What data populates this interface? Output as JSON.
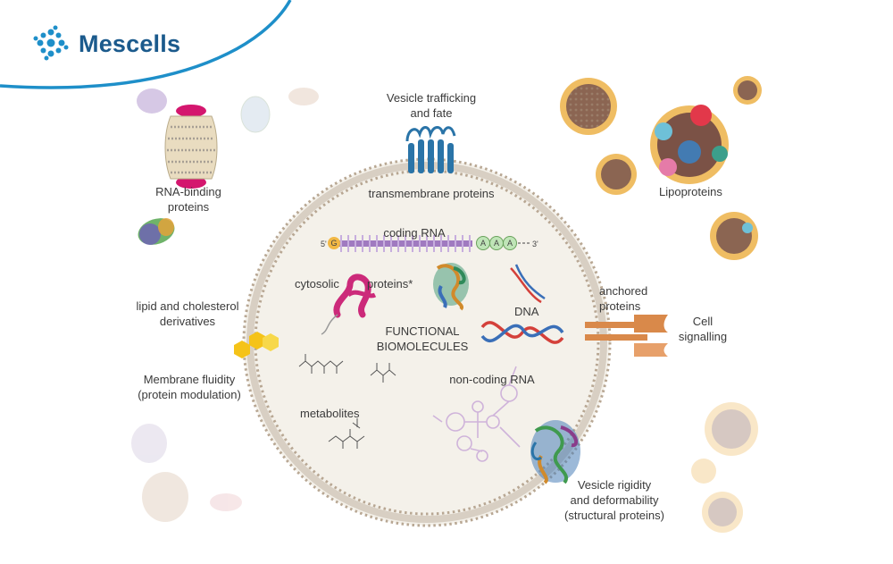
{
  "brand": {
    "name": "Mescells",
    "accent": "#1b5a8c",
    "swoosh": "#1e8fc9"
  },
  "labels": {
    "vesicle_trafficking_l1": "Vesicle trafficking",
    "vesicle_trafficking_l2": "and fate",
    "transmembrane": "transmembrane proteins",
    "rna_binding_l1": "RNA-binding",
    "rna_binding_l2": "proteins",
    "lipoproteins": "Lipoproteins",
    "coding_rna": "coding RNA",
    "five_prime": "5'",
    "three_prime": "3'",
    "cap": "G",
    "poly_a": "A",
    "cytosolic": "cytosolic",
    "proteins_star": "proteins*",
    "functional_l1": "FUNCTIONAL",
    "functional_l2": "BIOMOLECULES",
    "dna": "DNA",
    "anchored_l1": "anchored",
    "anchored_l2": "proteins",
    "cell_signalling_l1": "Cell",
    "cell_signalling_l2": "signalling",
    "lipid_l1": "lipid and cholesterol",
    "lipid_l2": "derivatives",
    "membrane_fluidity_l1": "Membrane  fluidity",
    "membrane_fluidity_l2": "(protein modulation)",
    "non_coding_rna": "non-coding RNA",
    "metabolites": "metabolites",
    "vesicle_rigidity_l1": "Vesicle rigidity",
    "vesicle_rigidity_l2": "and deformability",
    "vesicle_rigidity_l3": "(structural proteins)"
  },
  "colors": {
    "membrane": "#b8a793",
    "vesicle_fill": "#f4f1ea",
    "transmembrane": "#2a74a8",
    "anchored": "#d9894a",
    "lipid": "#f5c318",
    "coding_rna": "#a07ac0",
    "poly_a": "#bfe5b7",
    "cap": "#f2b845",
    "protein_pink": "#cc2a7a",
    "dna_red": "#d4403a",
    "dna_blue": "#3a6fb8"
  },
  "icons": [
    "mescells-logo-icon",
    "transmembrane-protein-icon",
    "anchored-protein-icon",
    "lipid-hexagon-icon",
    "rna-binding-protein-icon",
    "lipoprotein-icon",
    "dna-helix-icon",
    "protein-structure-icon",
    "metabolite-structure-icon",
    "non-coding-rna-icon"
  ]
}
